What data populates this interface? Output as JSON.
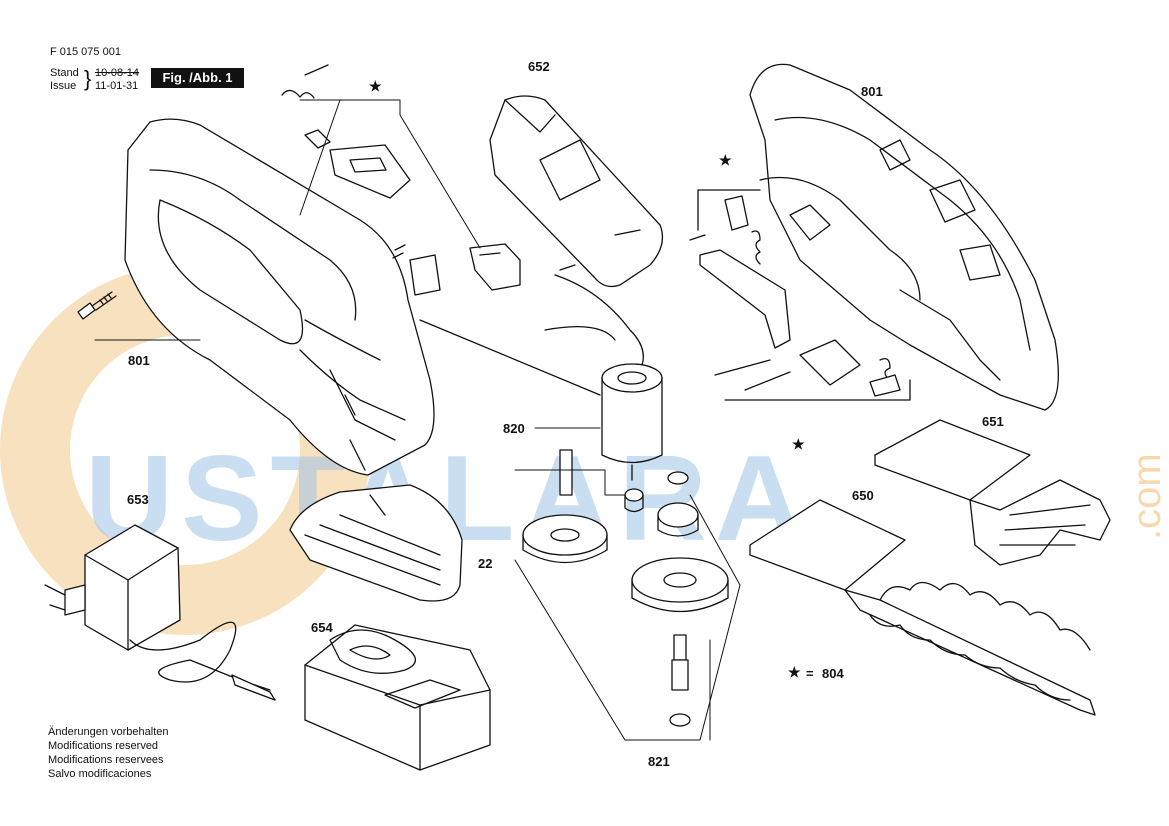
{
  "header": {
    "doc_number": "F 015 075 001",
    "stand_label": "Stand",
    "stand_date": "10-08-14",
    "issue_label": "Issue",
    "issue_date": "11-01-31",
    "figure_label": "Fig. /Abb. 1"
  },
  "watermark": {
    "text": "USTALARA",
    "suffix": ".com",
    "color_blue": "#9fc3e6",
    "color_orange": "#f3c98a"
  },
  "part_labels": {
    "p801_top": "801",
    "p801_screw": "801",
    "p652": "652",
    "p651": "651",
    "p650": "650",
    "p653": "653",
    "p654": "654",
    "p820": "820",
    "p821": "821",
    "p22": "22"
  },
  "star_note": {
    "symbol": "★",
    "equals": "=",
    "part": "804"
  },
  "footer_notes": [
    "Änderungen vorbehalten",
    "Modifications reserved",
    "Modifications reservees",
    "Salvo modificaciones"
  ]
}
